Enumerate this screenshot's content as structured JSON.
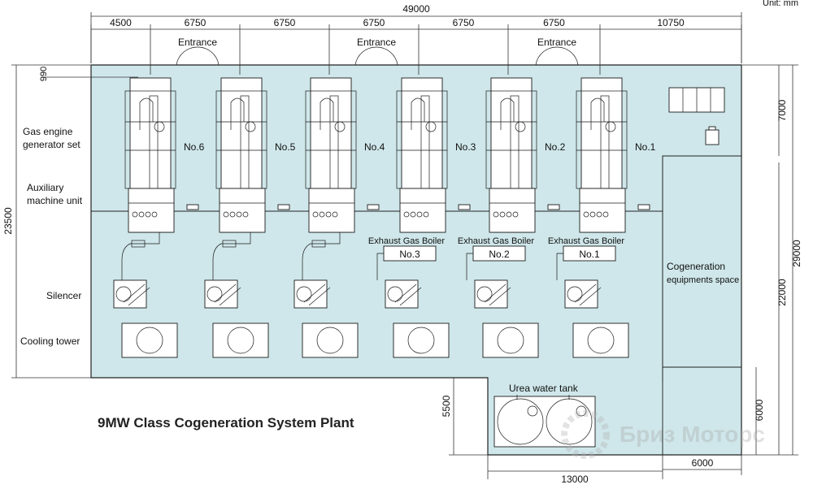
{
  "title": "9MW Class Cogeneration System Plant",
  "unit_label": "Unit: mm",
  "watermark": "Бриз Моторс",
  "colors": {
    "floor": "#cfe7ea",
    "line": "#222222"
  },
  "top_dims": {
    "total": "49000",
    "segments": [
      "4500",
      "6750",
      "6750",
      "6750",
      "6750",
      "6750",
      "10750"
    ]
  },
  "left_dims": {
    "total": "23500",
    "offset": "990"
  },
  "right_dims": {
    "top": "7000",
    "main": "29000",
    "lower": "22000",
    "tank": "6000"
  },
  "bottom_dims": {
    "tank_width": "13000",
    "space_width": "6000",
    "tank_depth": "5500"
  },
  "labels": {
    "entrance": "Entrance",
    "gas_engine": [
      "Gas engine",
      "generator set"
    ],
    "aux": [
      "Auxiliary",
      "machine unit"
    ],
    "silencer": "Silencer",
    "cooling": "Cooling tower",
    "exhaust": "Exhaust Gas Boiler",
    "cogen_space": [
      "Cogeneration",
      "equipments space"
    ],
    "urea": "Urea water tank"
  },
  "units": [
    {
      "gen": "No.6",
      "boiler": ""
    },
    {
      "gen": "No.5",
      "boiler": ""
    },
    {
      "gen": "No.4",
      "boiler": ""
    },
    {
      "gen": "No.3",
      "boiler": "No.3"
    },
    {
      "gen": "No.2",
      "boiler": "No.2"
    },
    {
      "gen": "No.1",
      "boiler": "No.1"
    }
  ]
}
